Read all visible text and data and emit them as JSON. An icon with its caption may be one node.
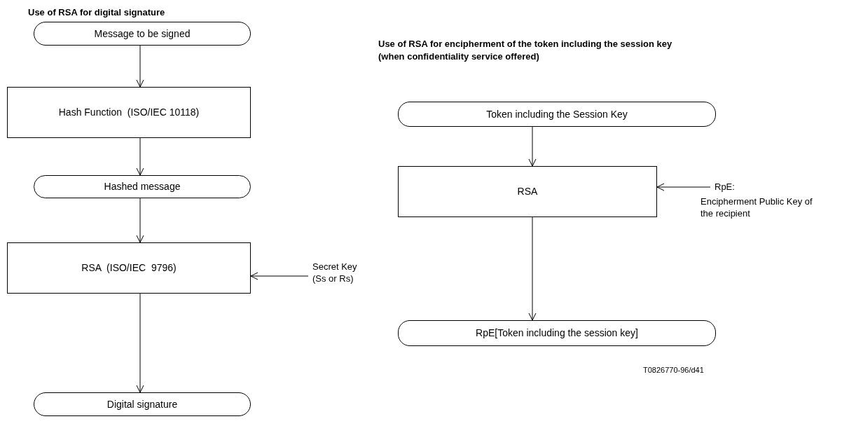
{
  "diagram": {
    "title": "Use of RSA for digital signature",
    "nodes": [
      {
        "text": [
          "Message to be signed"
        ]
      },
      {
        "text": [
          "Hash Function  (ISO/IEC 10118)"
        ]
      },
      {
        "text": [
          "Hashed message"
        ]
      },
      {
        "text": [
          "RSA  (ISO/IEC  9796)"
        ]
      },
      {
        "text": [
          "Secret Key (Ss or Rs)"
        ]
      },
      {
        "text": [
          "Digital signature"
        ]
      },
      {
        "text": [
          "Use of RSA for encipherment of the token including the session key (when confidentiality service offered)"
        ]
      },
      {
        "text": [
          "Token including the Session Key"
        ]
      },
      {
        "text": [
          "RSA"
        ]
      },
      {
        "text": [
          "RpE:",
          "Encipherment Public Key of the recipient"
        ]
      },
      {
        "text": [
          "RpE[Token including the session key]"
        ]
      }
    ],
    "edges": [
      {
        "from": 0,
        "to": 1,
        "arrow": "to"
      },
      {
        "from": 1,
        "to": 2,
        "arrow": "to"
      },
      {
        "from": 2,
        "to": 3,
        "arrow": "to"
      },
      {
        "from": 4,
        "to": 3,
        "arrow": "to"
      },
      {
        "from": 3,
        "to": 5,
        "arrow": "to"
      },
      {
        "from": 7,
        "to": 8,
        "arrow": "to"
      },
      {
        "from": 9,
        "to": 8,
        "arrow": "to"
      },
      {
        "from": 8,
        "to": 10,
        "arrow": "to"
      }
    ],
    "labels": [
      "T0826770-96/d41"
    ]
  }
}
